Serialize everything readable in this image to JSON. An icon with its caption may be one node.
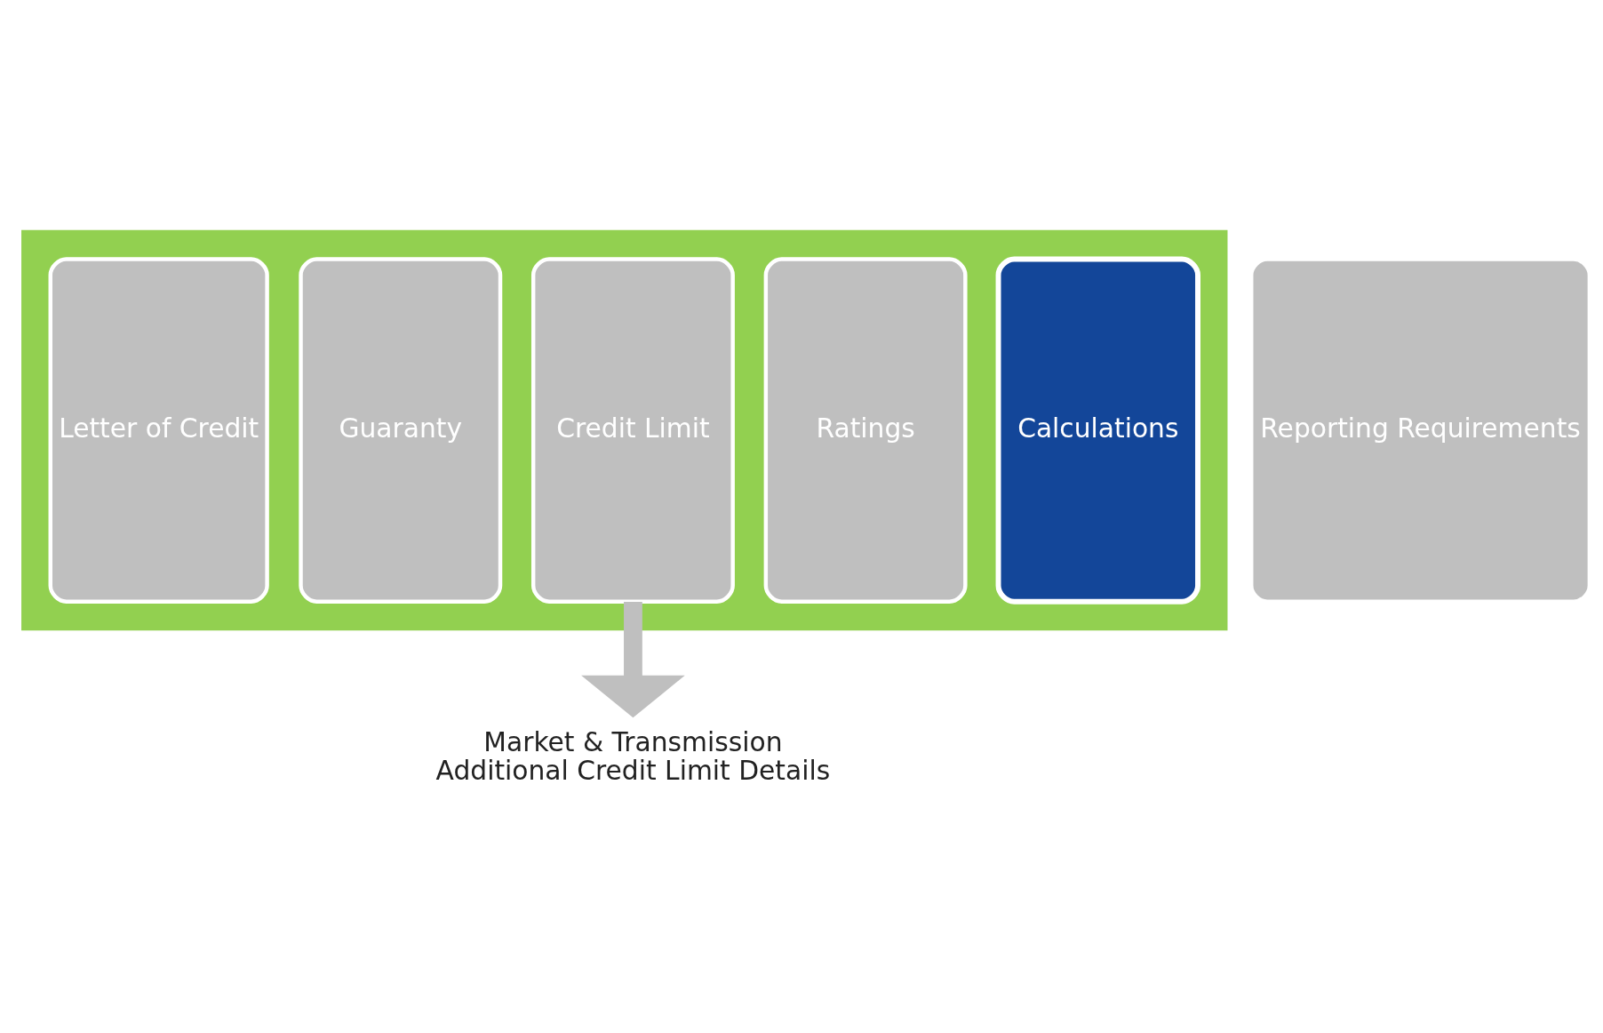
{
  "diagram": {
    "nodes": [
      {
        "text": [],
        "shape": "arrow"
      },
      {
        "text": [
          "Letter of Credit"
        ],
        "in": 0
      },
      {
        "text": [
          "Guaranty"
        ],
        "in": 0
      },
      {
        "text": [
          "Credit Limit"
        ],
        "in": 0
      },
      {
        "text": [
          "Ratings"
        ],
        "in": 0
      },
      {
        "text": [
          "Calculations"
        ],
        "in": 0
      },
      {
        "text": [
          "Reporting Requirements"
        ]
      },
      {
        "text": [
          "Market & Transmission",
          "Additional Credit Limit Details"
        ]
      }
    ],
    "edges": [
      {
        "from": 3,
        "to": 7,
        "arrow": "to"
      }
    ]
  }
}
